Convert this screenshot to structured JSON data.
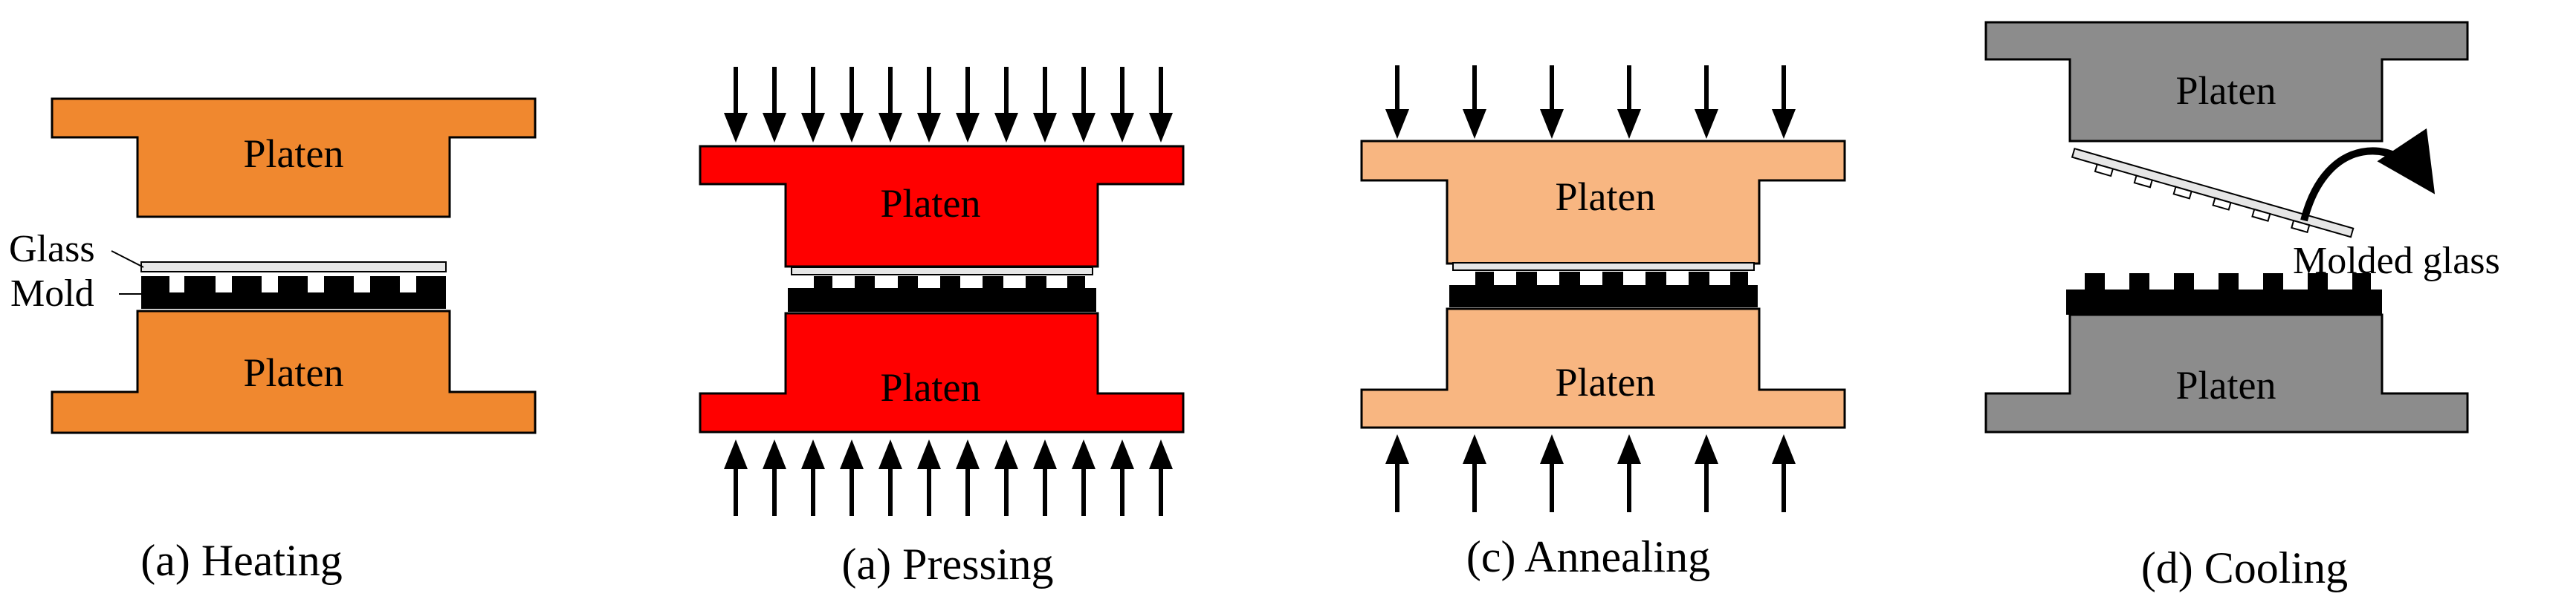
{
  "colors": {
    "heating": "#F0882F",
    "pressing": "#FF0000",
    "annealing": "#F8B681",
    "cooling": "#8C8C8C",
    "glass": "#E6E6E6",
    "mold": "#000000"
  },
  "panels": [
    {
      "id": "heating",
      "caption": "(a) Heating",
      "top_platen": "Platen",
      "bottom_platen": "Platen",
      "glass_label": "Glass",
      "mold_label": "Mold"
    },
    {
      "id": "pressing",
      "caption": "(a) Pressing",
      "top_platen": "Platen",
      "bottom_platen": "Platen"
    },
    {
      "id": "annealing",
      "caption": "(c) Annealing",
      "top_platen": "Platen",
      "bottom_platen": "Platen"
    },
    {
      "id": "cooling",
      "caption": "(d) Cooling",
      "top_platen": "Platen",
      "bottom_platen": "Platen",
      "molded_glass_label": "Molded glass"
    }
  ]
}
